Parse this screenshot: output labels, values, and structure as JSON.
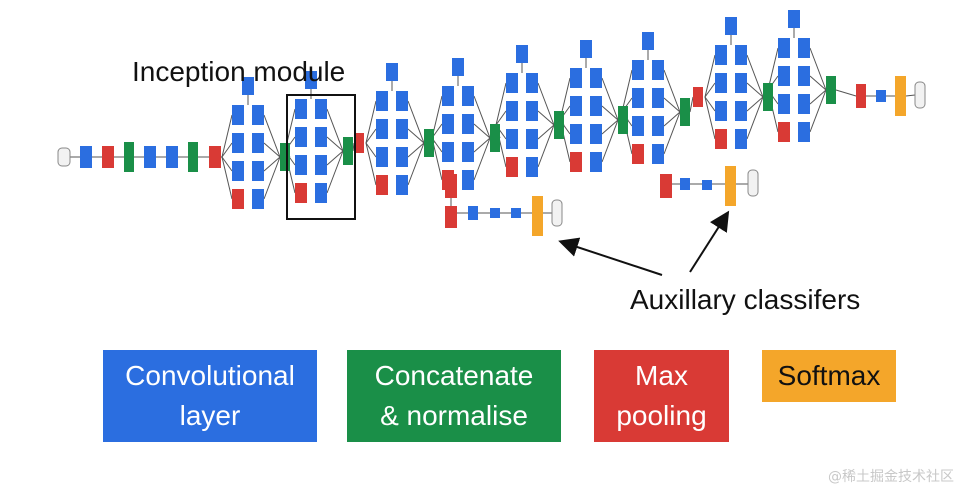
{
  "annotations": {
    "inception_module": "Inception module",
    "auxiliary_classifiers": "Auxillary classifers"
  },
  "legend": [
    {
      "line1": "Convolutional",
      "line2": "layer",
      "color": "#2b6ee0",
      "role": "convolutional"
    },
    {
      "line1": "Concatenate",
      "line2": "& normalise",
      "color": "#1a8f48",
      "role": "concatenate"
    },
    {
      "line1": "Max",
      "line2": "pooling",
      "color": "#d93a35",
      "role": "maxpool"
    },
    {
      "line1": "Softmax",
      "line2": "",
      "color": "#f4a62a",
      "text_color": "#111111",
      "role": "softmax"
    }
  ],
  "colors": {
    "conv": "#2b6ee0",
    "concat": "#1a8f48",
    "pool": "#d93a35",
    "softmax": "#f4a62a",
    "input_output": "#f2f2f2",
    "edge": "#555555"
  },
  "watermark": "@稀土掘金技术社区"
}
